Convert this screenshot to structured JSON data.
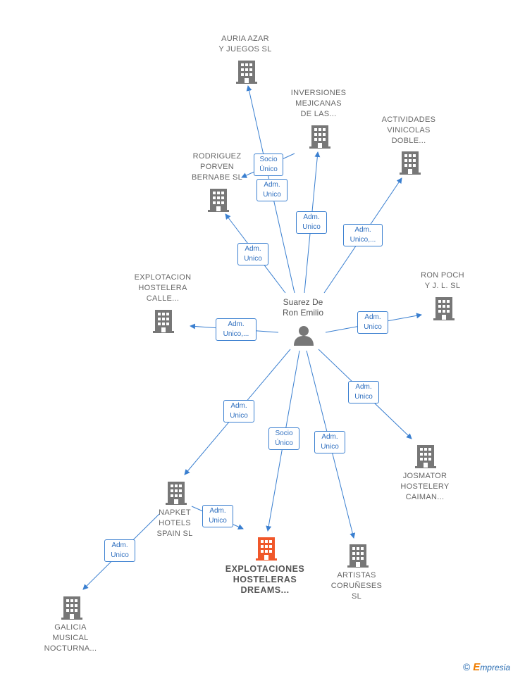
{
  "center": {
    "label": "Suarez De\nRon Emilio"
  },
  "nodes": [
    {
      "id": "auria",
      "label": "AURIA AZAR\nY JUEGOS  SL",
      "color": "#777777"
    },
    {
      "id": "inversiones",
      "label": "INVERSIONES\nMEJICANAS\nDE LAS...",
      "color": "#777777"
    },
    {
      "id": "actividades",
      "label": "ACTIVIDADES\nVINICOLAS\nDOBLE...",
      "color": "#777777"
    },
    {
      "id": "rodriguez",
      "label": "RODRIGUEZ\nPORVEN\nBERNABE SL",
      "color": "#777777"
    },
    {
      "id": "explotacion_calle",
      "label": "EXPLOTACION\nHOSTELERA\nCALLE...",
      "color": "#777777"
    },
    {
      "id": "ronpoch",
      "label": "RON POCH\nY J. L.  SL",
      "color": "#777777"
    },
    {
      "id": "josmator",
      "label": "JOSMATOR\nHOSTELERY\nCAIMAN...",
      "color": "#777777"
    },
    {
      "id": "napket",
      "label": "NAPKET\nHOTELS\nSPAIN SL",
      "color": "#777777"
    },
    {
      "id": "dreams",
      "label": "EXPLOTACIONES\nHOSTELERAS\nDREAMS...",
      "color": "#f0572a"
    },
    {
      "id": "artistas",
      "label": "ARTISTAS\nCORUÑESES\nSL",
      "color": "#777777"
    },
    {
      "id": "galicia",
      "label": "GALICIA\nMUSICAL\nNOCTURNA...",
      "color": "#777777"
    }
  ],
  "edges": [
    {
      "id": "e_auria",
      "label": "Adm.\nUnico"
    },
    {
      "id": "e_inversiones",
      "label": "Adm.\nUnico"
    },
    {
      "id": "e_actividades",
      "label": "Adm.\nUnico,..."
    },
    {
      "id": "e_rodriguez_socio",
      "label": "Socio\nÚnico"
    },
    {
      "id": "e_rodriguez_adm",
      "label": "Adm.\nUnico"
    },
    {
      "id": "e_calle",
      "label": "Adm.\nUnico,..."
    },
    {
      "id": "e_ronpoch",
      "label": "Adm.\nUnico"
    },
    {
      "id": "e_josmator",
      "label": "Adm.\nUnico"
    },
    {
      "id": "e_napket",
      "label": "Adm.\nUnico"
    },
    {
      "id": "e_dreams",
      "label": "Socio\nÚnico"
    },
    {
      "id": "e_artistas",
      "label": "Adm.\nUnico"
    },
    {
      "id": "e_napket_dreams",
      "label": "Adm.\nUnico"
    },
    {
      "id": "e_napket_galicia",
      "label": "Adm.\nUnico"
    }
  ],
  "footer": {
    "copyright": "©",
    "brand_e": "E",
    "brand_rest": "mpresia"
  },
  "colors": {
    "edge": "#3a7fd0",
    "building": "#777777",
    "highlight": "#f0572a"
  }
}
